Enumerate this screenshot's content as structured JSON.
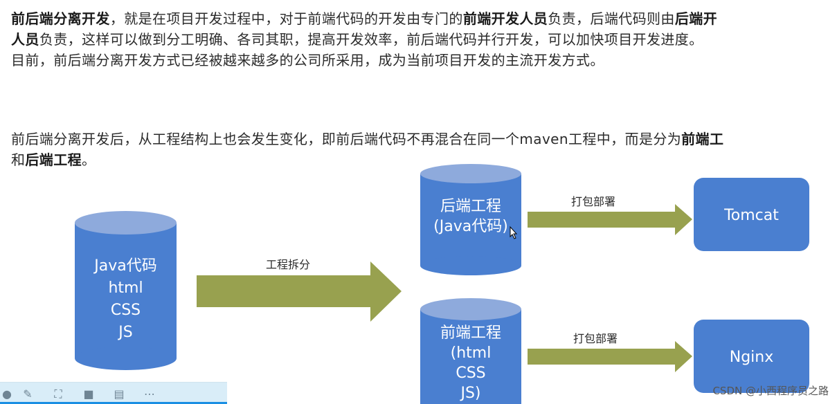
{
  "paragraph1": {
    "line1": {
      "bold1": "前后端分离开发",
      "text1": "，就是在项目开发过程中，对于前端代码的开发由专门的",
      "bold2": "前端开发人员",
      "text2": "负责，后端代码则由",
      "bold3": "后端开"
    },
    "line2": {
      "bold1": "人员",
      "text1": "负责，这样可以做到分工明确、各司其职，提高开发效率，前后端代码并行开发，可以加快项目开发进度。"
    },
    "line3": "目前，前后端分离开发方式已经被越来越多的公司所采用，成为当前项目开发的主流开发方式。"
  },
  "paragraph2": {
    "line1": {
      "text1": "前后端分离开发后，从工程结构上也会发生变化，即前后端代码不再混合在同一个maven工程中，而是分为",
      "bold1": "前端工"
    },
    "line2": {
      "text1": "和",
      "bold1": "后端工程",
      "text2": "。"
    }
  },
  "diagram": {
    "source_cylinder": [
      "Java代码",
      "html",
      "CSS",
      "JS"
    ],
    "split_label": "工程拆分",
    "backend_cylinder": [
      "后端工程",
      "(Java代码)"
    ],
    "frontend_cylinder": [
      "前端工程",
      "(html",
      "CSS",
      "JS)"
    ],
    "deploy_label_top": "打包部署",
    "deploy_label_bottom": "打包部署",
    "server_top": "Tomcat",
    "server_bottom": "Nginx"
  },
  "watermark": "CSDN @小西程序员之路",
  "colors": {
    "cylinder": "#4a7fd0",
    "cylinder_top": "#8eaadc",
    "arrow": "#98a14f",
    "box": "#4a7fd0"
  },
  "toolbar_icons": [
    "circle-icon",
    "pen-icon",
    "capture-icon",
    "camera-icon",
    "note-icon",
    "more-icon"
  ]
}
